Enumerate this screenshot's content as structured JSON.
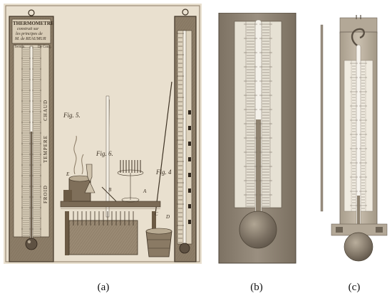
{
  "panel_a": {
    "thermometer_title": "THERMOMETRE",
    "thermometer_subtitle_1": "construit sur",
    "thermometer_subtitle_2": "les principes de",
    "thermometer_subtitle_3": "M. de REAUMUR",
    "scale_left_header": "Termin.",
    "scale_right_header": "De Cong.",
    "side_word_chaud": "CHAUD",
    "side_word_temp": "TEMPERE",
    "side_word_froid": "FROID",
    "fig5_label": "Fig. 5.",
    "fig6_label": "Fig. 6.",
    "fig4_label": "Fig. 4",
    "letter_e": "E",
    "letter_b": "B",
    "letter_a": "A",
    "letter_c": "C",
    "letter_d": "D"
  },
  "captions": {
    "a": "(a)",
    "b": "(b)",
    "c": "(c)"
  },
  "colors": {
    "engraving_paper": "#e9e0cf",
    "engraving_ink": "#4a3c2c",
    "wood_dark": "#6b5a44",
    "wood_board": "#8f8272",
    "tube_light": "#f2efe6",
    "mercury": "#9a8c78",
    "bulb": "#7d7264"
  }
}
